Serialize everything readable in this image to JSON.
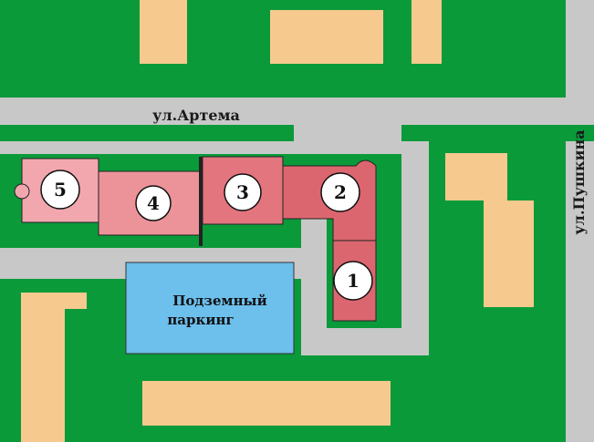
{
  "streets": {
    "artema": "ул.Артема",
    "pushkina": "ул.Пушкина"
  },
  "parking": {
    "line1": "Подземный",
    "line2": "паркинг"
  },
  "buildings": [
    {
      "id": "1",
      "label": "1"
    },
    {
      "id": "2",
      "label": "2"
    },
    {
      "id": "3",
      "label": "3"
    },
    {
      "id": "4",
      "label": "4"
    },
    {
      "id": "5",
      "label": "5"
    }
  ],
  "colors": {
    "grass": "#0a9a3a",
    "road": "#c8c8c8",
    "existing_building": "#f6c98f",
    "parking": "#6dbfec",
    "building_dark": "#d9606a",
    "building_mid": "#e98790",
    "building_light": "#f2a7ae"
  }
}
